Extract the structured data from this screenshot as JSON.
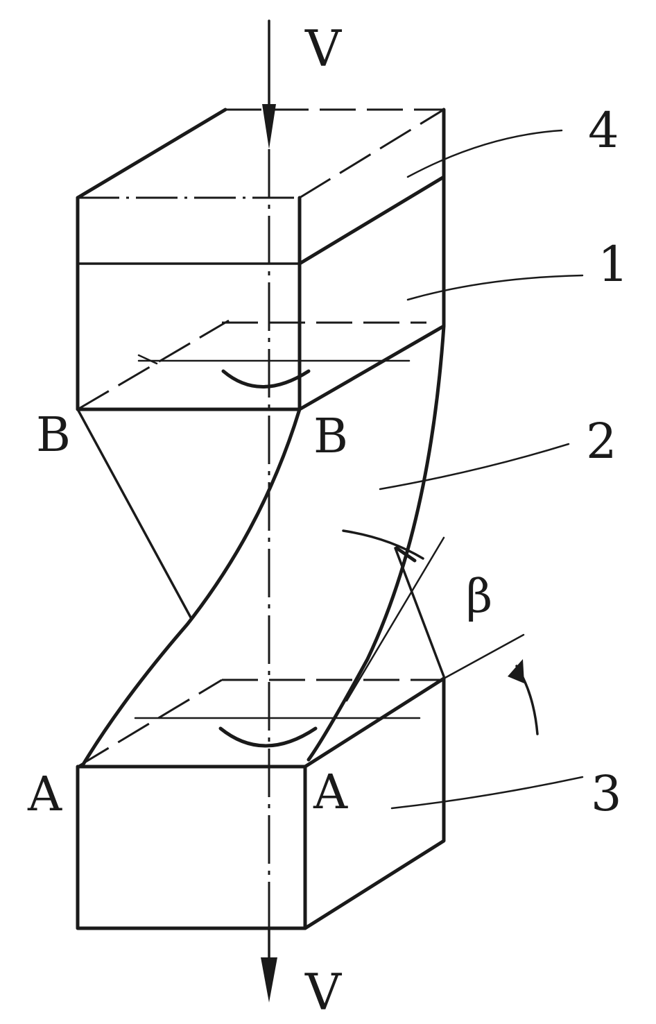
{
  "labels": {
    "velocity_top": "V",
    "velocity_bottom": "V",
    "angle": "β",
    "part_1": "1",
    "part_2": "2",
    "part_3": "3",
    "part_4": "4",
    "point_b_left": "B",
    "point_b_right": "B",
    "point_a_left": "A",
    "point_a_right": "A"
  }
}
